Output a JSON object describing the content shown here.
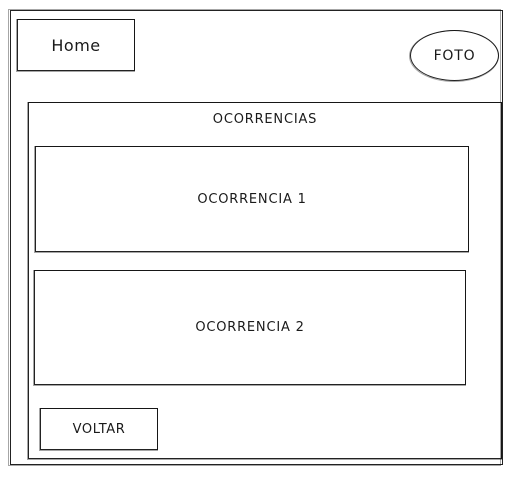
{
  "header": {
    "home_label": "Home",
    "photo_label": "FOTO"
  },
  "main": {
    "title": "OCORRENCIAS",
    "items": [
      {
        "label": "OCORRENCIA 1"
      },
      {
        "label": "OCORRENCIA 2"
      }
    ],
    "back_label": "VOLTAR"
  }
}
